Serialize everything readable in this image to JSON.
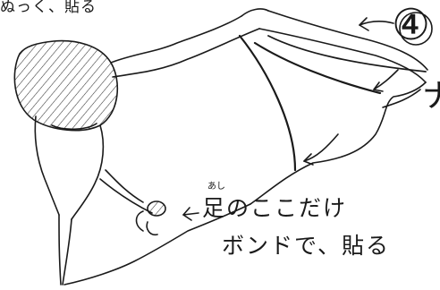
{
  "notes": {
    "top_fragment": "ぬっく、貼る",
    "ruby": "あし",
    "line1": "足のここだけ",
    "line2": "ボンドで、貼る"
  },
  "step_marker": "④",
  "edge_fragment": "ナ",
  "icons": [
    "wing-sketch",
    "arrow-icon"
  ],
  "colors": {
    "ink": "#1a1a1a",
    "paper": "#ffffff"
  }
}
